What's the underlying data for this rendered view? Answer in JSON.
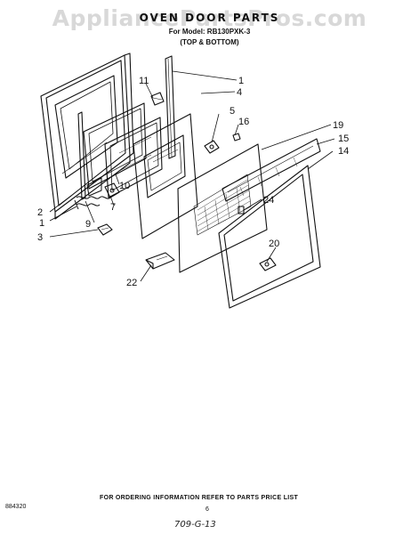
{
  "watermark": "AppliancePartsPros.com",
  "title": "OVEN DOOR PARTS",
  "model_line": "For Model: RB130PXK-3",
  "subtitle": "(TOP & BOTTOM)",
  "part_numbers": {
    "p1": "1",
    "p2": "2",
    "p3": "3",
    "p4": "4",
    "p5": "5",
    "p7": "7",
    "p9": "9",
    "p10": "10",
    "p11": "11",
    "p14": "14",
    "p15": "15",
    "p16": "16",
    "p19": "19",
    "p20": "20",
    "p22": "22",
    "p24": "24",
    "p1b": "1"
  },
  "footer": {
    "doc_code": "884320",
    "ordering_note": "FOR ORDERING INFORMATION REFER TO PARTS PRICE LIST",
    "page_number": "6",
    "handwritten": "709-G-13"
  }
}
